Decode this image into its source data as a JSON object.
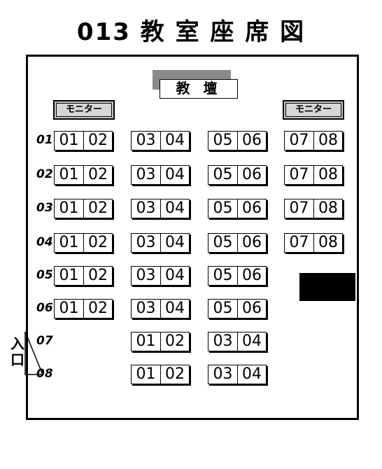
{
  "title": "013 教 室 座 席 図",
  "podium_label": "教 壇",
  "monitor_left_label": "モニター",
  "monitor_right_label": "モニター",
  "entrance_label_line1": "入",
  "entrance_label_line2": "口",
  "row_labels": [
    "01",
    "02",
    "03",
    "04",
    "05",
    "06",
    "07",
    "08"
  ],
  "rows": [
    [
      [
        "01",
        "02"
      ],
      [
        "03",
        "04"
      ],
      [
        "05",
        "06"
      ],
      [
        "07",
        "08"
      ]
    ],
    [
      [
        "01",
        "02"
      ],
      [
        "03",
        "04"
      ],
      [
        "05",
        "06"
      ],
      [
        "07",
        "08"
      ]
    ],
    [
      [
        "01",
        "02"
      ],
      [
        "03",
        "04"
      ],
      [
        "05",
        "06"
      ],
      [
        "07",
        "08"
      ]
    ],
    [
      [
        "01",
        "02"
      ],
      [
        "03",
        "04"
      ],
      [
        "05",
        "06"
      ],
      [
        "07",
        "08"
      ]
    ],
    [
      [
        "01",
        "02"
      ],
      [
        "03",
        "04"
      ],
      [
        "05",
        "06"
      ]
    ],
    [
      [
        "01",
        "02"
      ],
      [
        "03",
        "04"
      ],
      [
        "05",
        "06"
      ]
    ],
    [
      null,
      [
        "01",
        "02"
      ],
      [
        "03",
        "04"
      ]
    ],
    [
      null,
      [
        "01",
        "02"
      ],
      [
        "03",
        "04"
      ]
    ]
  ]
}
